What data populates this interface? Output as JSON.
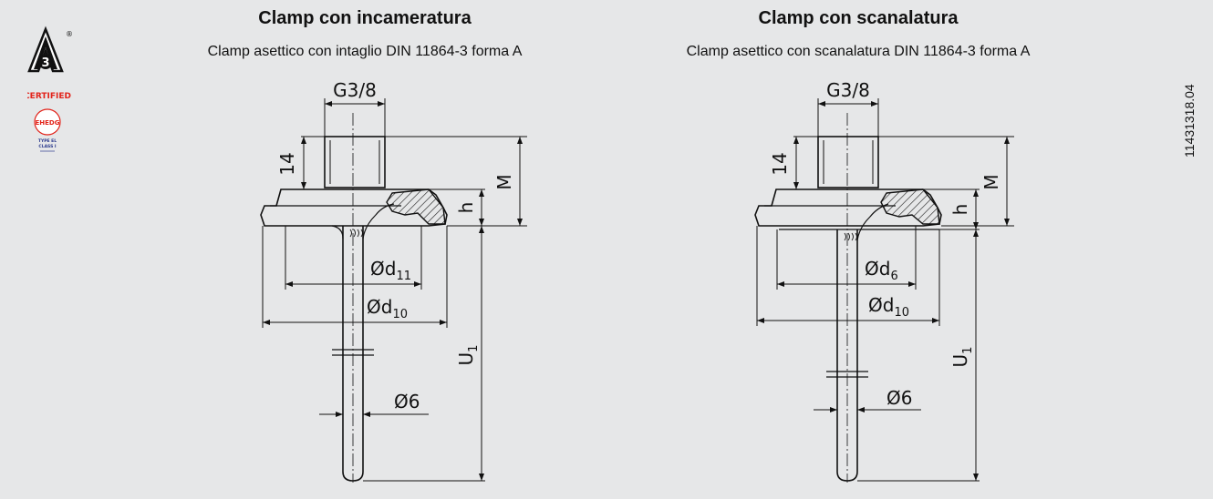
{
  "left_drawing": {
    "title": "Clamp con incameratura",
    "subtitle": "Clamp asettico con intaglio DIN 11864-3 forma A",
    "labels": {
      "thread": "G3/8",
      "height_14": "14",
      "m": "M",
      "h": "h",
      "d_outer_prefix": "Ød",
      "d_outer_sub": "11",
      "d_mid_prefix": "Ød",
      "d_mid_sub": "10",
      "u_prefix": "U",
      "u_sub": "1",
      "stem": "Ø6"
    }
  },
  "right_drawing": {
    "title": "Clamp con scanalatura",
    "subtitle": "Clamp asettico con scanalatura DIN 11864-3 forma A",
    "labels": {
      "thread": "G3/8",
      "height_14": "14",
      "m": "M",
      "h": "h",
      "d_outer_prefix": "Ød",
      "d_outer_sub": "6",
      "d_mid_prefix": "Ød",
      "d_mid_sub": "10",
      "u_prefix": "U",
      "u_sub": "1",
      "stem": "Ø6"
    }
  },
  "logos": {
    "a3_letter": "A",
    "a3_number": "3",
    "certified_text": "CERTIFIED",
    "ehedg_text": "EHEDG",
    "type_text": "TYPE EL",
    "class_text": "CLASS I"
  },
  "document_number": "11431318.04",
  "colors": {
    "background": "#e6e7e8",
    "line": "#111111",
    "hatch": "#111111",
    "ehedg_red": "#e2231a"
  }
}
